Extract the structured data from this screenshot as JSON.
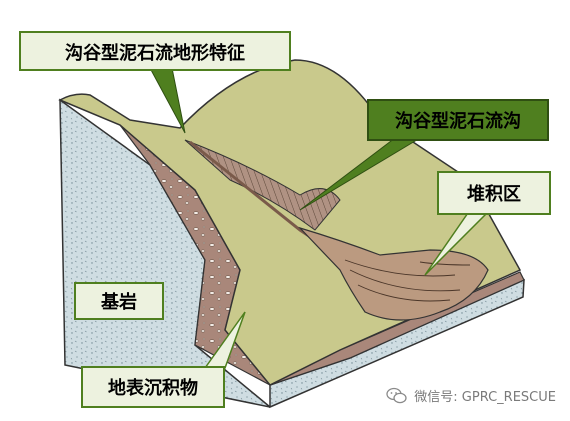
{
  "labels": {
    "title": "沟谷型泥石流地形特征",
    "gully": "沟谷型泥石流沟",
    "deposit": "堆积区",
    "bedrock": "基岩",
    "surface": "地表沉积物"
  },
  "watermark": {
    "text": "微信号: GPRC_RESCUE",
    "icon": "wechat-icon"
  },
  "colors": {
    "callout_green": "#4f7f1f",
    "label_fill": "#edf2df",
    "terrain": "#c9c98c",
    "bedrock": "#cfdde2",
    "sediment": "#a9877a",
    "deposit": "#bb9a80"
  }
}
